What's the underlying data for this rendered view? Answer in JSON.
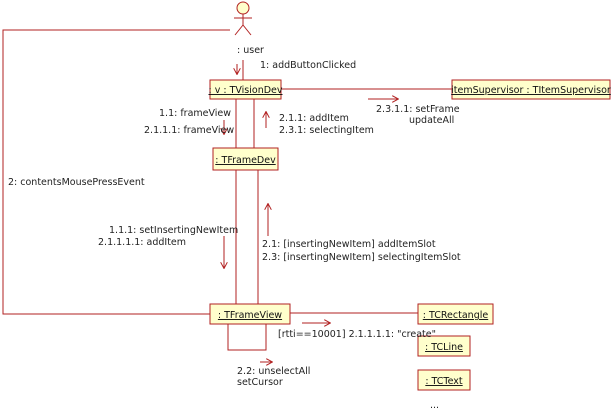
{
  "colors": {
    "line": "#b22222",
    "box_fill": "#ffffcc",
    "box_stroke": "#b22222",
    "text": "#222222"
  },
  "actor": {
    "label": ": user",
    "icon": "stick-figure-icon"
  },
  "objects": {
    "vision_dev": ": v : TVisionDev",
    "frame_dev": ": TFrameDev",
    "frame_view": ": TFrameView",
    "item_supervisor": "itemSupervisor : TItemSupervisor",
    "tc_rectangle": ": TCRectangle",
    "tc_line": ": TCLine",
    "tc_text": ": TCText"
  },
  "messages": {
    "m1": "1: addButtonClicked",
    "m1_1": "1.1: frameView",
    "m2_1_1_1": "2.1.1.1: frameView",
    "m2_1_1": "2.1.1: addItem",
    "m2_3_1": "2.3.1: selectingItem",
    "m2_3_1_1_a": "2.3.1.1: setFrame",
    "m2_3_1_1_b": "updateAll",
    "m2": "2: contentsMousePressEvent",
    "m1_1_1": "1.1.1: setInsertingNewItem",
    "m2_1_1_1_1": "2.1.1.1.1: addItem",
    "m2_1": "2.1: [insertingNewItem] addItemSlot",
    "m2_3": "2.3: [insertingNewItem] selectingItemSlot",
    "m_create": "[rtti==10001] 2.1.1.1.1: \"create\"",
    "m2_2_a": "2.2: unselectAll",
    "m2_2_b": "setCursor"
  },
  "ellipsis": "..."
}
